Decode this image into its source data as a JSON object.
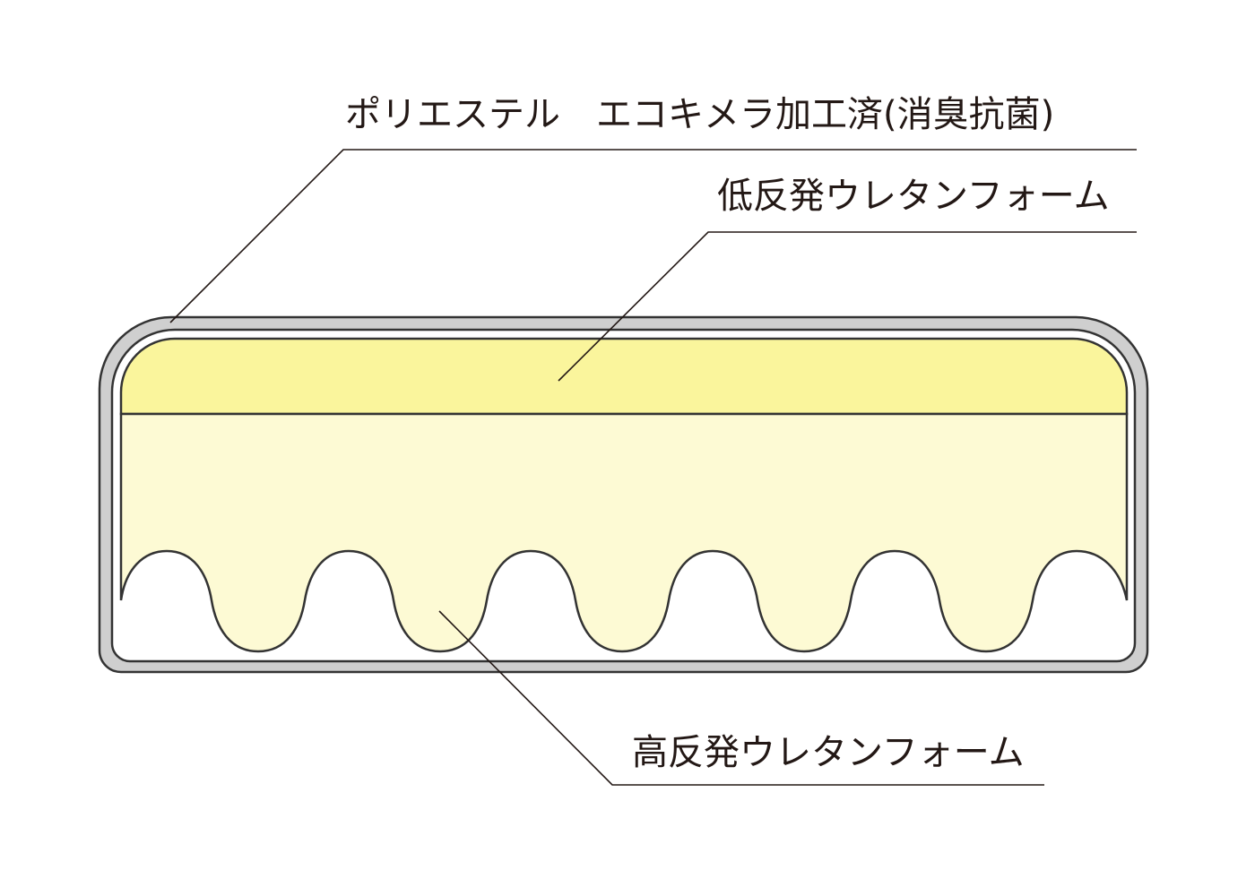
{
  "labels": {
    "cover": "ポリエステル　エコキメラ加工済(消臭抗菌)",
    "low_rebound": "低反発ウレタンフォーム",
    "high_rebound": "高反発ウレタンフォーム"
  },
  "colors": {
    "cover": "#cfcfcf",
    "low_rebound": "#faf59c",
    "high_rebound": "#fdfad4",
    "stroke": "#333333"
  }
}
